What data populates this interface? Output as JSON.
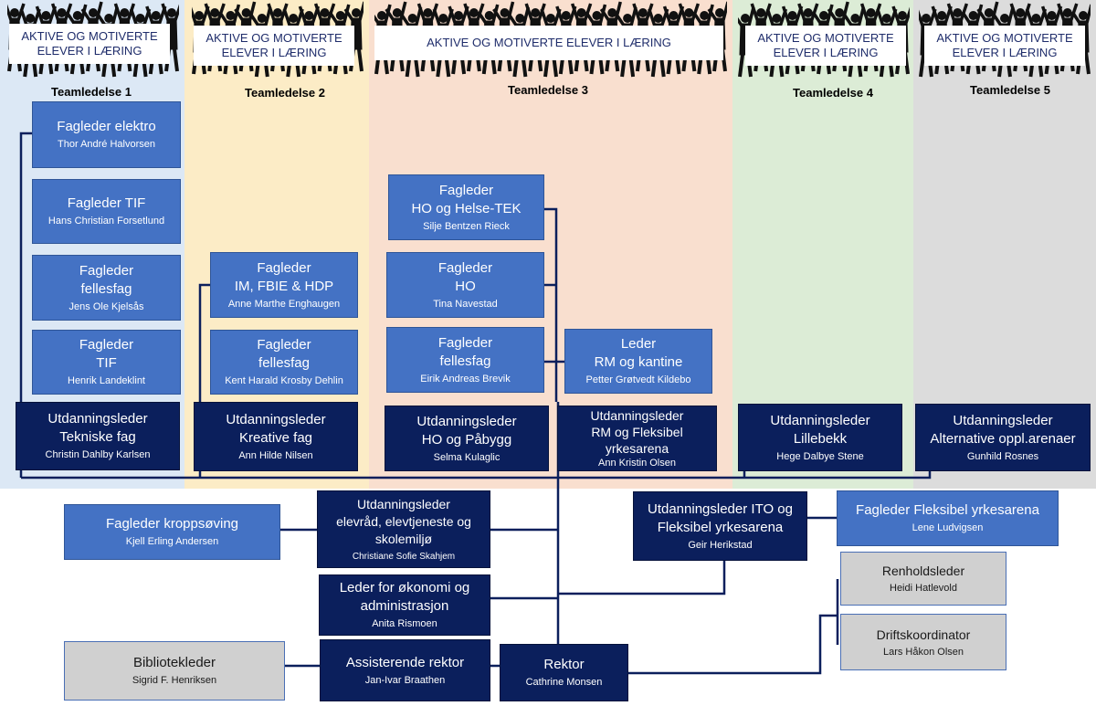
{
  "banners": {
    "b1": "AKTIVE OG MOTIVERTE ELEVER I LÆRING",
    "b2": "AKTIVE OG MOTIVERTE ELEVER I LÆRING",
    "b3": "AKTIVE OG MOTIVERTE ELEVER I LÆRING",
    "b4": "AKTIVE OG MOTIVERTE ELEVER I LÆRING",
    "b5": "AKTIVE OG MOTIVERTE ELEVER I LÆRING"
  },
  "teams": {
    "t1": "Teamledelse 1",
    "t2": "Teamledelse 2",
    "t3": "Teamledelse 3",
    "t4": "Teamledelse 4",
    "t5": "Teamledelse 5"
  },
  "colors": {
    "team1": "#dce8f5",
    "team2": "#fcecc6",
    "team3": "#f9dfcf",
    "team4": "#dcecd6",
    "team5": "#dcdcdc",
    "mid_blue": "#4472c4",
    "dark_navy": "#0b1f5c",
    "grey_box": "#d0d0d0",
    "line": "#0b1f5c"
  },
  "boxes": {
    "fl_elektro": {
      "title": "Fagleder elektro",
      "name": "Thor André Halvorsen"
    },
    "fl_tif1": {
      "title": "Fagleder TIF",
      "name": "Hans Christian Forsetlund"
    },
    "fl_fellesfag1": {
      "title": "Fagleder\nfellesfag",
      "name": "Jens Ole Kjelsås"
    },
    "fl_tif2": {
      "title": "Fagleder\nTIF",
      "name": "Henrik Landeklint"
    },
    "ul_tekniske": {
      "title": "Utdanningsleder\nTekniske fag",
      "name": "Christin Dahlby Karlsen"
    },
    "fl_im": {
      "title": "Fagleder\nIM, FBIE & HDP",
      "name": "Anne Marthe Enghaugen"
    },
    "fl_fellesfag2": {
      "title": "Fagleder\nfellesfag",
      "name": "Kent Harald Krosby Dehlin"
    },
    "ul_kreative": {
      "title": "Utdanningsleder\nKreative fag",
      "name": "Ann Hilde Nilsen"
    },
    "fl_ho_helse": {
      "title": "Fagleder\nHO og Helse-TEK",
      "name": "Silje Bentzen Rieck"
    },
    "fl_ho": {
      "title": "Fagleder\nHO",
      "name": "Tina Navestad"
    },
    "fl_fellesfag3": {
      "title": "Fagleder\nfellesfag",
      "name": "Eirik Andreas Brevik"
    },
    "leder_rm": {
      "title": "Leder\nRM og kantine",
      "name": "Petter Grøtvedt Kildebo"
    },
    "ul_ho": {
      "title": "Utdanningsleder\nHO og Påbygg",
      "name": "Selma Kulaglic"
    },
    "ul_rm": {
      "title": "Utdanningsleder\nRM og Fleksibel\nyrkesarena",
      "name": "Ann Kristin Olsen"
    },
    "ul_lillebekk": {
      "title": "Utdanningsleder\nLillebekk",
      "name": "Hege Dalbye Stene"
    },
    "ul_alternative": {
      "title": "Utdanningsleder\nAlternative oppl.arenaer",
      "name": "Gunhild Rosnes"
    },
    "fl_kropp": {
      "title": "Fagleder kroppsøving",
      "name": "Kjell Erling Andersen"
    },
    "ul_elevrad": {
      "title": "Utdanningsleder\nelevråd, elevtjeneste og\nskolemiljø",
      "name": "Christiane Sofie Skahjem"
    },
    "ul_ito": {
      "title": "Utdanningsleder ITO og\nFleksibel yrkesarena",
      "name": "Geir Herikstad"
    },
    "fl_fleksibel": {
      "title": "Fagleder Fleksibel yrkesarena",
      "name": "Lene Ludvigsen"
    },
    "leder_okonomi": {
      "title": "Leder for økonomi og\nadministrasjon",
      "name": "Anita Rismoen"
    },
    "renhold": {
      "title": "Renholdsleder",
      "name": "Heidi Hatlevold"
    },
    "drift": {
      "title": "Driftskoordinator",
      "name": "Lars Håkon Olsen"
    },
    "bibliotek": {
      "title": "Bibliotekleder",
      "name": "Sigrid F. Henriksen"
    },
    "ass_rektor": {
      "title": "Assisterende rektor",
      "name": "Jan-Ivar Braathen"
    },
    "rektor": {
      "title": "Rektor",
      "name": "Cathrine Monsen"
    }
  }
}
